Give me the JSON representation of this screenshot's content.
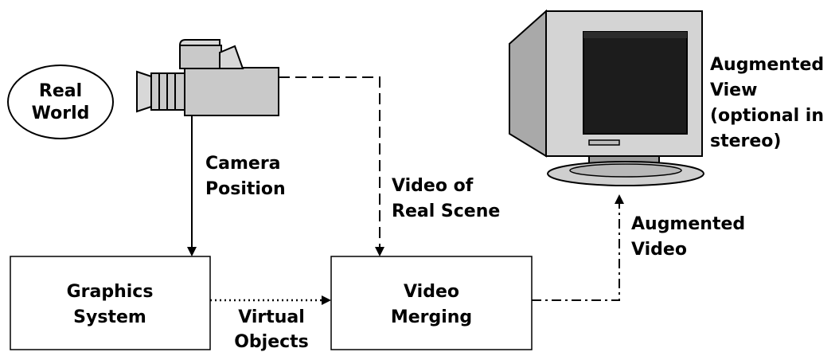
{
  "nodes": {
    "real_world": {
      "line1": "Real",
      "line2": "World"
    },
    "graphics_system": {
      "line1": "Graphics",
      "line2": "System"
    },
    "video_merging": {
      "line1": "Video",
      "line2": "Merging"
    }
  },
  "labels": {
    "camera_position": {
      "line1": "Camera",
      "line2": "Position"
    },
    "video_of_real_scene": {
      "line1": "Video of",
      "line2": "Real Scene"
    },
    "virtual_objects": {
      "line1": "Virtual",
      "line2": "Objects"
    },
    "augmented_video": {
      "line1": "Augmented",
      "line2": "Video"
    },
    "augmented_view": {
      "line1": "Augmented",
      "line2": "View",
      "line3": "(optional in",
      "line4": "stereo)"
    }
  },
  "icons": {
    "camera": "video-camera-icon",
    "monitor": "crt-monitor-icon"
  },
  "colors": {
    "camera_fill": "#c9c9c9",
    "monitor_body": "#cfcfcf",
    "screen": "#1c1c1c",
    "line": "#000000"
  }
}
